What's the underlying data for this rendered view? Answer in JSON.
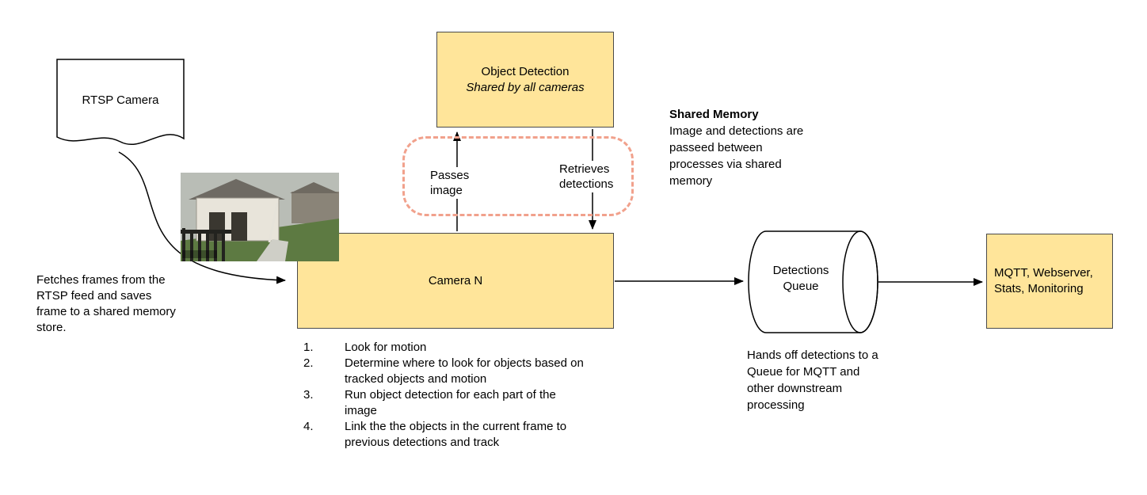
{
  "colors": {
    "node_fill": "#ffe59a",
    "node_border": "#4a4a4a",
    "shared_memory_dashed": "#f1a18c",
    "arrow": "#000000"
  },
  "rtsp_camera": {
    "label": "RTSP Camera"
  },
  "fetch_note": "Fetches frames from the RTSP feed and saves frame to a shared memory store.",
  "object_detection": {
    "title": "Object Detection",
    "subtitle": "Shared by all cameras"
  },
  "shared_memory": {
    "title": "Shared Memory",
    "body": "Image and detections are passeed between processes via shared memory"
  },
  "arrow_labels": {
    "passes_image": "Passes image",
    "retrieves_detections": "Retrieves detections"
  },
  "camera_n": {
    "label": "Camera N",
    "steps": [
      {
        "num": "1.",
        "text": "Look for motion"
      },
      {
        "num": "2.",
        "text": "Determine where to look for objects based on tracked objects and motion"
      },
      {
        "num": "3.",
        "text": "Run object detection for each part of the image"
      },
      {
        "num": "4.",
        "text": "Link the the objects in the current frame to previous detections and track"
      }
    ]
  },
  "detections_queue": {
    "label": "Detections Queue",
    "note": "Hands off detections to a Queue for MQTT and other downstream processing"
  },
  "mqtt": {
    "label": "MQTT, Webserver, Stats, Monitoring"
  }
}
